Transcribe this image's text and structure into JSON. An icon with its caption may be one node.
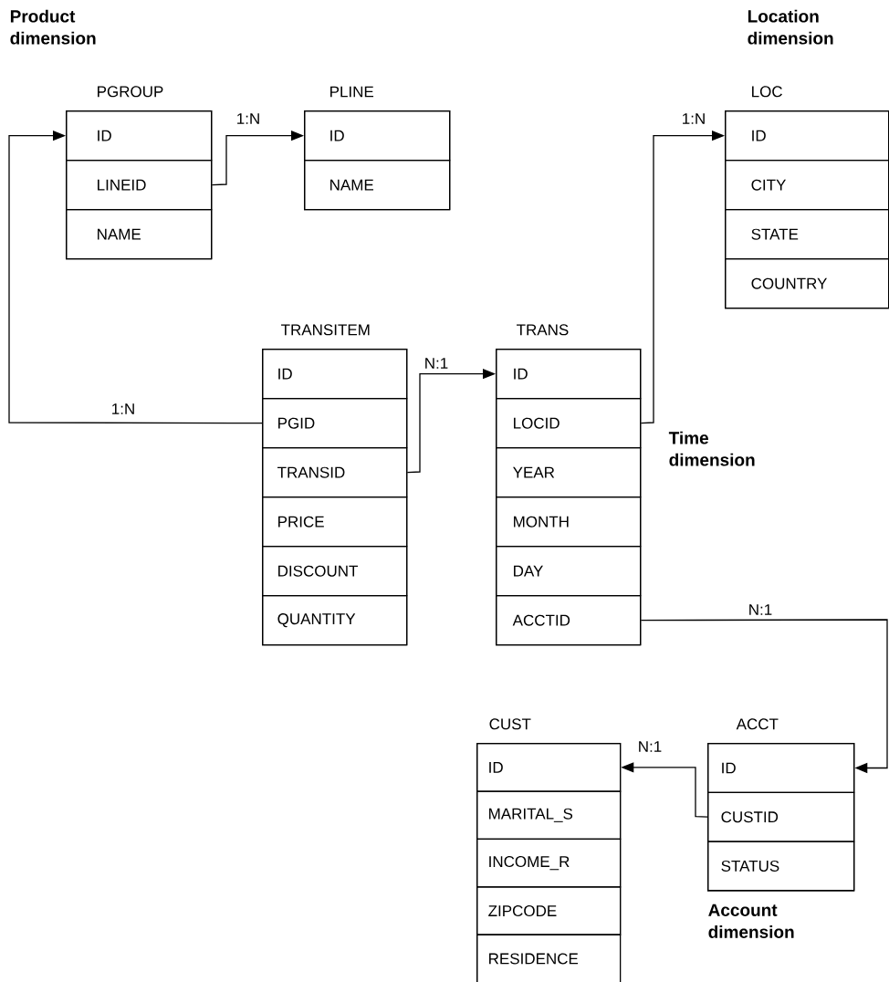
{
  "diagram": {
    "nodes": [
      {
        "text": [
          "PGROUP"
        ]
      },
      {
        "text": [
          "ID"
        ],
        "in": 0
      },
      {
        "text": [
          "LINEID"
        ],
        "in": 0
      },
      {
        "text": [
          "NAME"
        ],
        "in": 0
      },
      {
        "text": [
          "PLINE"
        ]
      },
      {
        "text": [
          "ID"
        ],
        "in": 4
      },
      {
        "text": [
          "NAME"
        ],
        "in": 4
      },
      {
        "text": [
          "LOC"
        ]
      },
      {
        "text": [
          "ID"
        ],
        "in": 7
      },
      {
        "text": [
          "CITY"
        ],
        "in": 7
      },
      {
        "text": [
          "STATE"
        ],
        "in": 7
      },
      {
        "text": [
          "COUNTRY"
        ],
        "in": 7
      },
      {
        "text": [
          "TRANSITEM"
        ]
      },
      {
        "text": [
          "ID"
        ],
        "in": 12
      },
      {
        "text": [
          "PGID"
        ],
        "in": 12
      },
      {
        "text": [
          "TRANSID"
        ],
        "in": 12
      },
      {
        "text": [
          "PRICE"
        ],
        "in": 12
      },
      {
        "text": [
          "DISCOUNT"
        ],
        "in": 12
      },
      {
        "text": [
          "QUANTITY"
        ],
        "in": 12
      },
      {
        "text": [
          "TRANS"
        ]
      },
      {
        "text": [
          "ID"
        ],
        "in": 19
      },
      {
        "text": [
          "LOCID"
        ],
        "in": 19
      },
      {
        "text": [
          "YEAR"
        ],
        "in": 19
      },
      {
        "text": [
          "MONTH"
        ],
        "in": 19
      },
      {
        "text": [
          "DAY"
        ],
        "in": 19
      },
      {
        "text": [
          "ACCTID"
        ],
        "in": 19
      },
      {
        "text": [
          "CUST"
        ]
      },
      {
        "text": [
          "ID"
        ],
        "in": 26
      },
      {
        "text": [
          "MARITAL_S"
        ],
        "in": 26
      },
      {
        "text": [
          "INCOME_R"
        ],
        "in": 26
      },
      {
        "text": [
          "ZIPCODE"
        ],
        "in": 26
      },
      {
        "text": [
          "RESIDENCE"
        ],
        "in": 26
      },
      {
        "text": [
          "ACCT"
        ]
      },
      {
        "text": [
          "ID"
        ],
        "in": 32
      },
      {
        "text": [
          "CUSTID"
        ],
        "in": 32
      },
      {
        "text": [
          "STATUS"
        ],
        "in": 32
      }
    ],
    "edges": [
      {
        "from": 2,
        "to": 5,
        "arrow": "to",
        "label": "1:N"
      },
      {
        "from": 14,
        "to": 1,
        "arrow": "to",
        "label": "1:N"
      },
      {
        "from": 15,
        "to": 20,
        "arrow": "to",
        "label": "N:1"
      },
      {
        "from": 21,
        "to": 8,
        "arrow": "to",
        "label": "1:N"
      },
      {
        "from": 25,
        "to": 33,
        "arrow": "to",
        "label": "N:1"
      },
      {
        "from": 34,
        "to": 27,
        "arrow": "to",
        "label": "N:1"
      }
    ],
    "labels": [
      "Product dimension",
      "Location dimension",
      "Time dimension",
      "Account dimension"
    ]
  }
}
